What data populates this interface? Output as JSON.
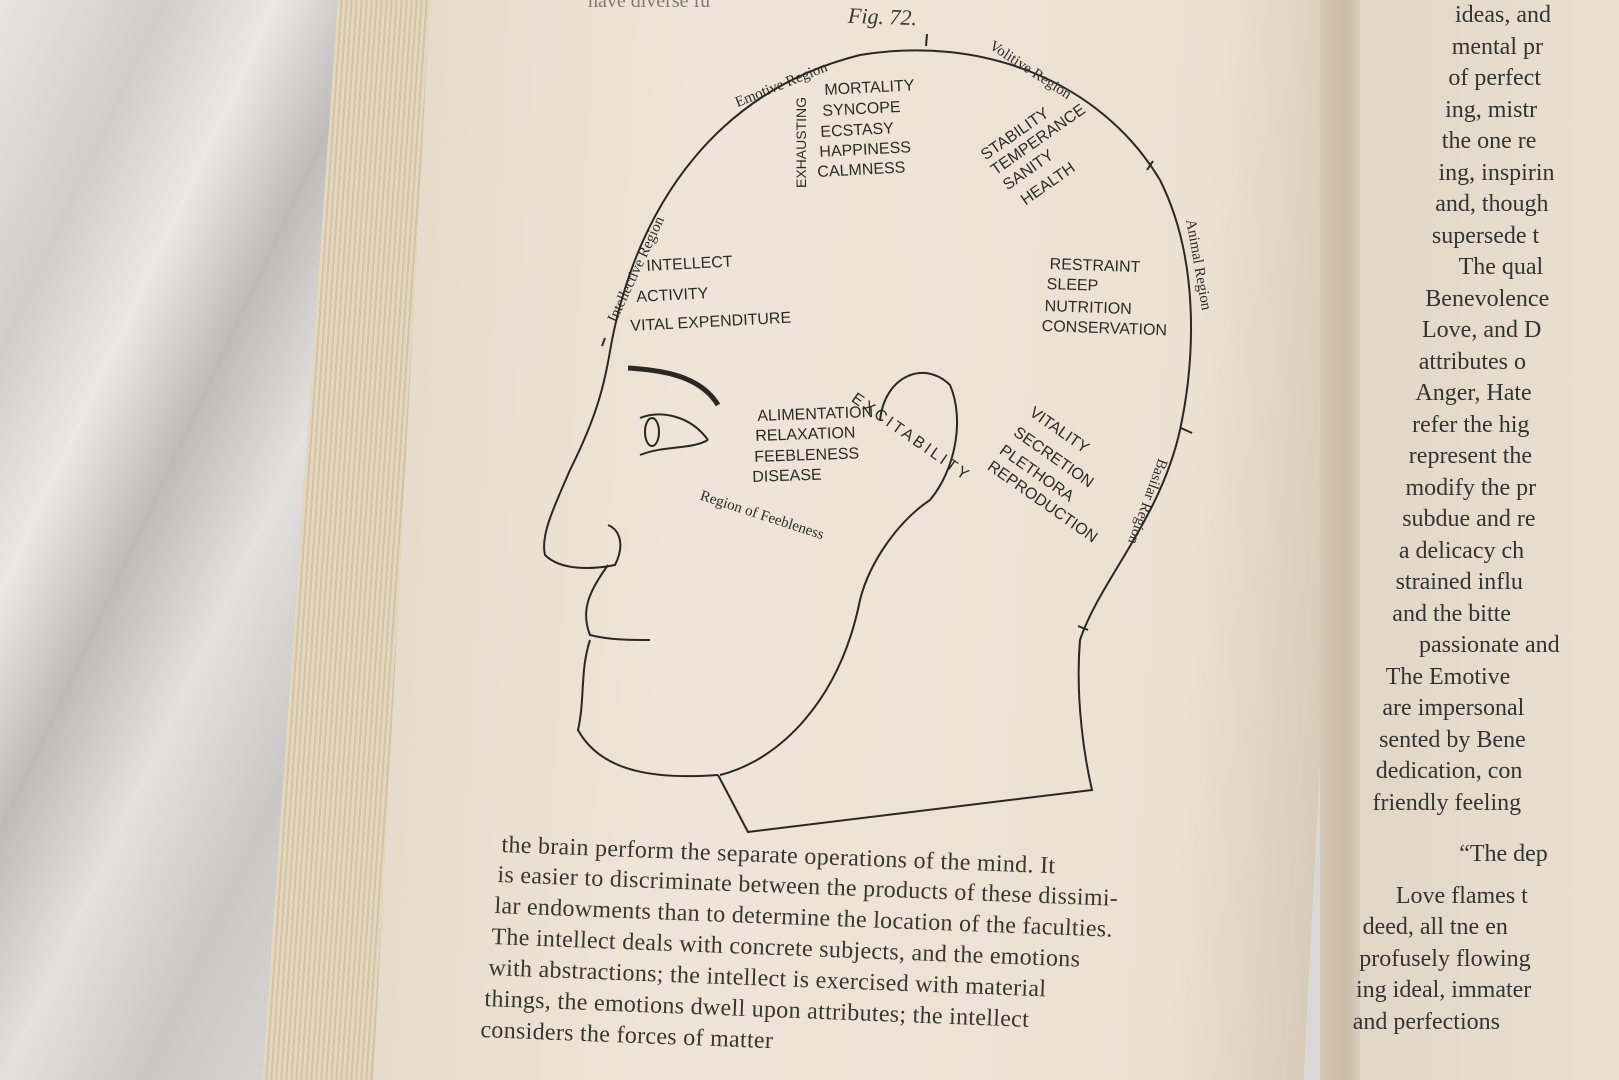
{
  "figure": {
    "title": "Fig. 72.",
    "regions": [
      "Emotive Region",
      "Volitive Region",
      "Intellective Region",
      "Animal Region",
      "Basilar Region",
      "Region of Feebleness"
    ],
    "vertical_label": "EXHAUSTING",
    "groups": {
      "emotive": [
        "MORTALITY",
        "SYNCOPE",
        "ECSTASY",
        "HAPPINESS",
        "CALMNESS"
      ],
      "volitive": [
        "STABILITY",
        "TEMPERANCE",
        "SANITY",
        "HEALTH"
      ],
      "intellective": [
        "INTELLECT",
        "ACTIVITY",
        "VITAL EXPENDITURE"
      ],
      "animal": [
        "RESTRAINT",
        "SLEEP",
        "NUTRITION",
        "CONSERVATION"
      ],
      "ear": "EXCITABILITY",
      "basilar": [
        "VITALITY",
        "SECRETION",
        "PLETHORA",
        "REPRODUCTION"
      ],
      "feebleness": [
        "ALIMENTATION",
        "RELAXATION",
        "FEEBLENESS",
        "DISEASE"
      ]
    }
  },
  "left_page": {
    "top_fragment": "have diverse fu",
    "lines": [
      "the brain perform the separate operations of the mind. It",
      "is easier to discriminate between the products of these dissimi-",
      "lar endowments than to determine the location of the faculties.",
      "The intellect deals with concrete subjects, and the emotions",
      "with abstractions; the intellect is exercised with material",
      "things, the emotions dwell upon attributes; the intellect",
      "considers the forces of matter"
    ]
  },
  "right_page": {
    "lines": [
      "ideas, and",
      "mental pr",
      "of perfect",
      "ing, mistr",
      "the one re",
      "ing, inspirin",
      "and, though",
      "supersede t",
      "The qual",
      "Benevolence",
      "Love, and D",
      "attributes o",
      "Anger, Hate",
      "refer the hig",
      "represent the",
      "modify the pr",
      "subdue and re",
      "a delicacy ch",
      "strained influ",
      "and the bitte",
      "passionate and",
      "The Emotive",
      "are impersonal",
      "sented by Bene",
      "dedication, con",
      "friendly feeling",
      "“The dep",
      "Love flames t",
      "deed, all tne en",
      "profusely flowing",
      "ing ideal, immater",
      "and perfections"
    ]
  }
}
